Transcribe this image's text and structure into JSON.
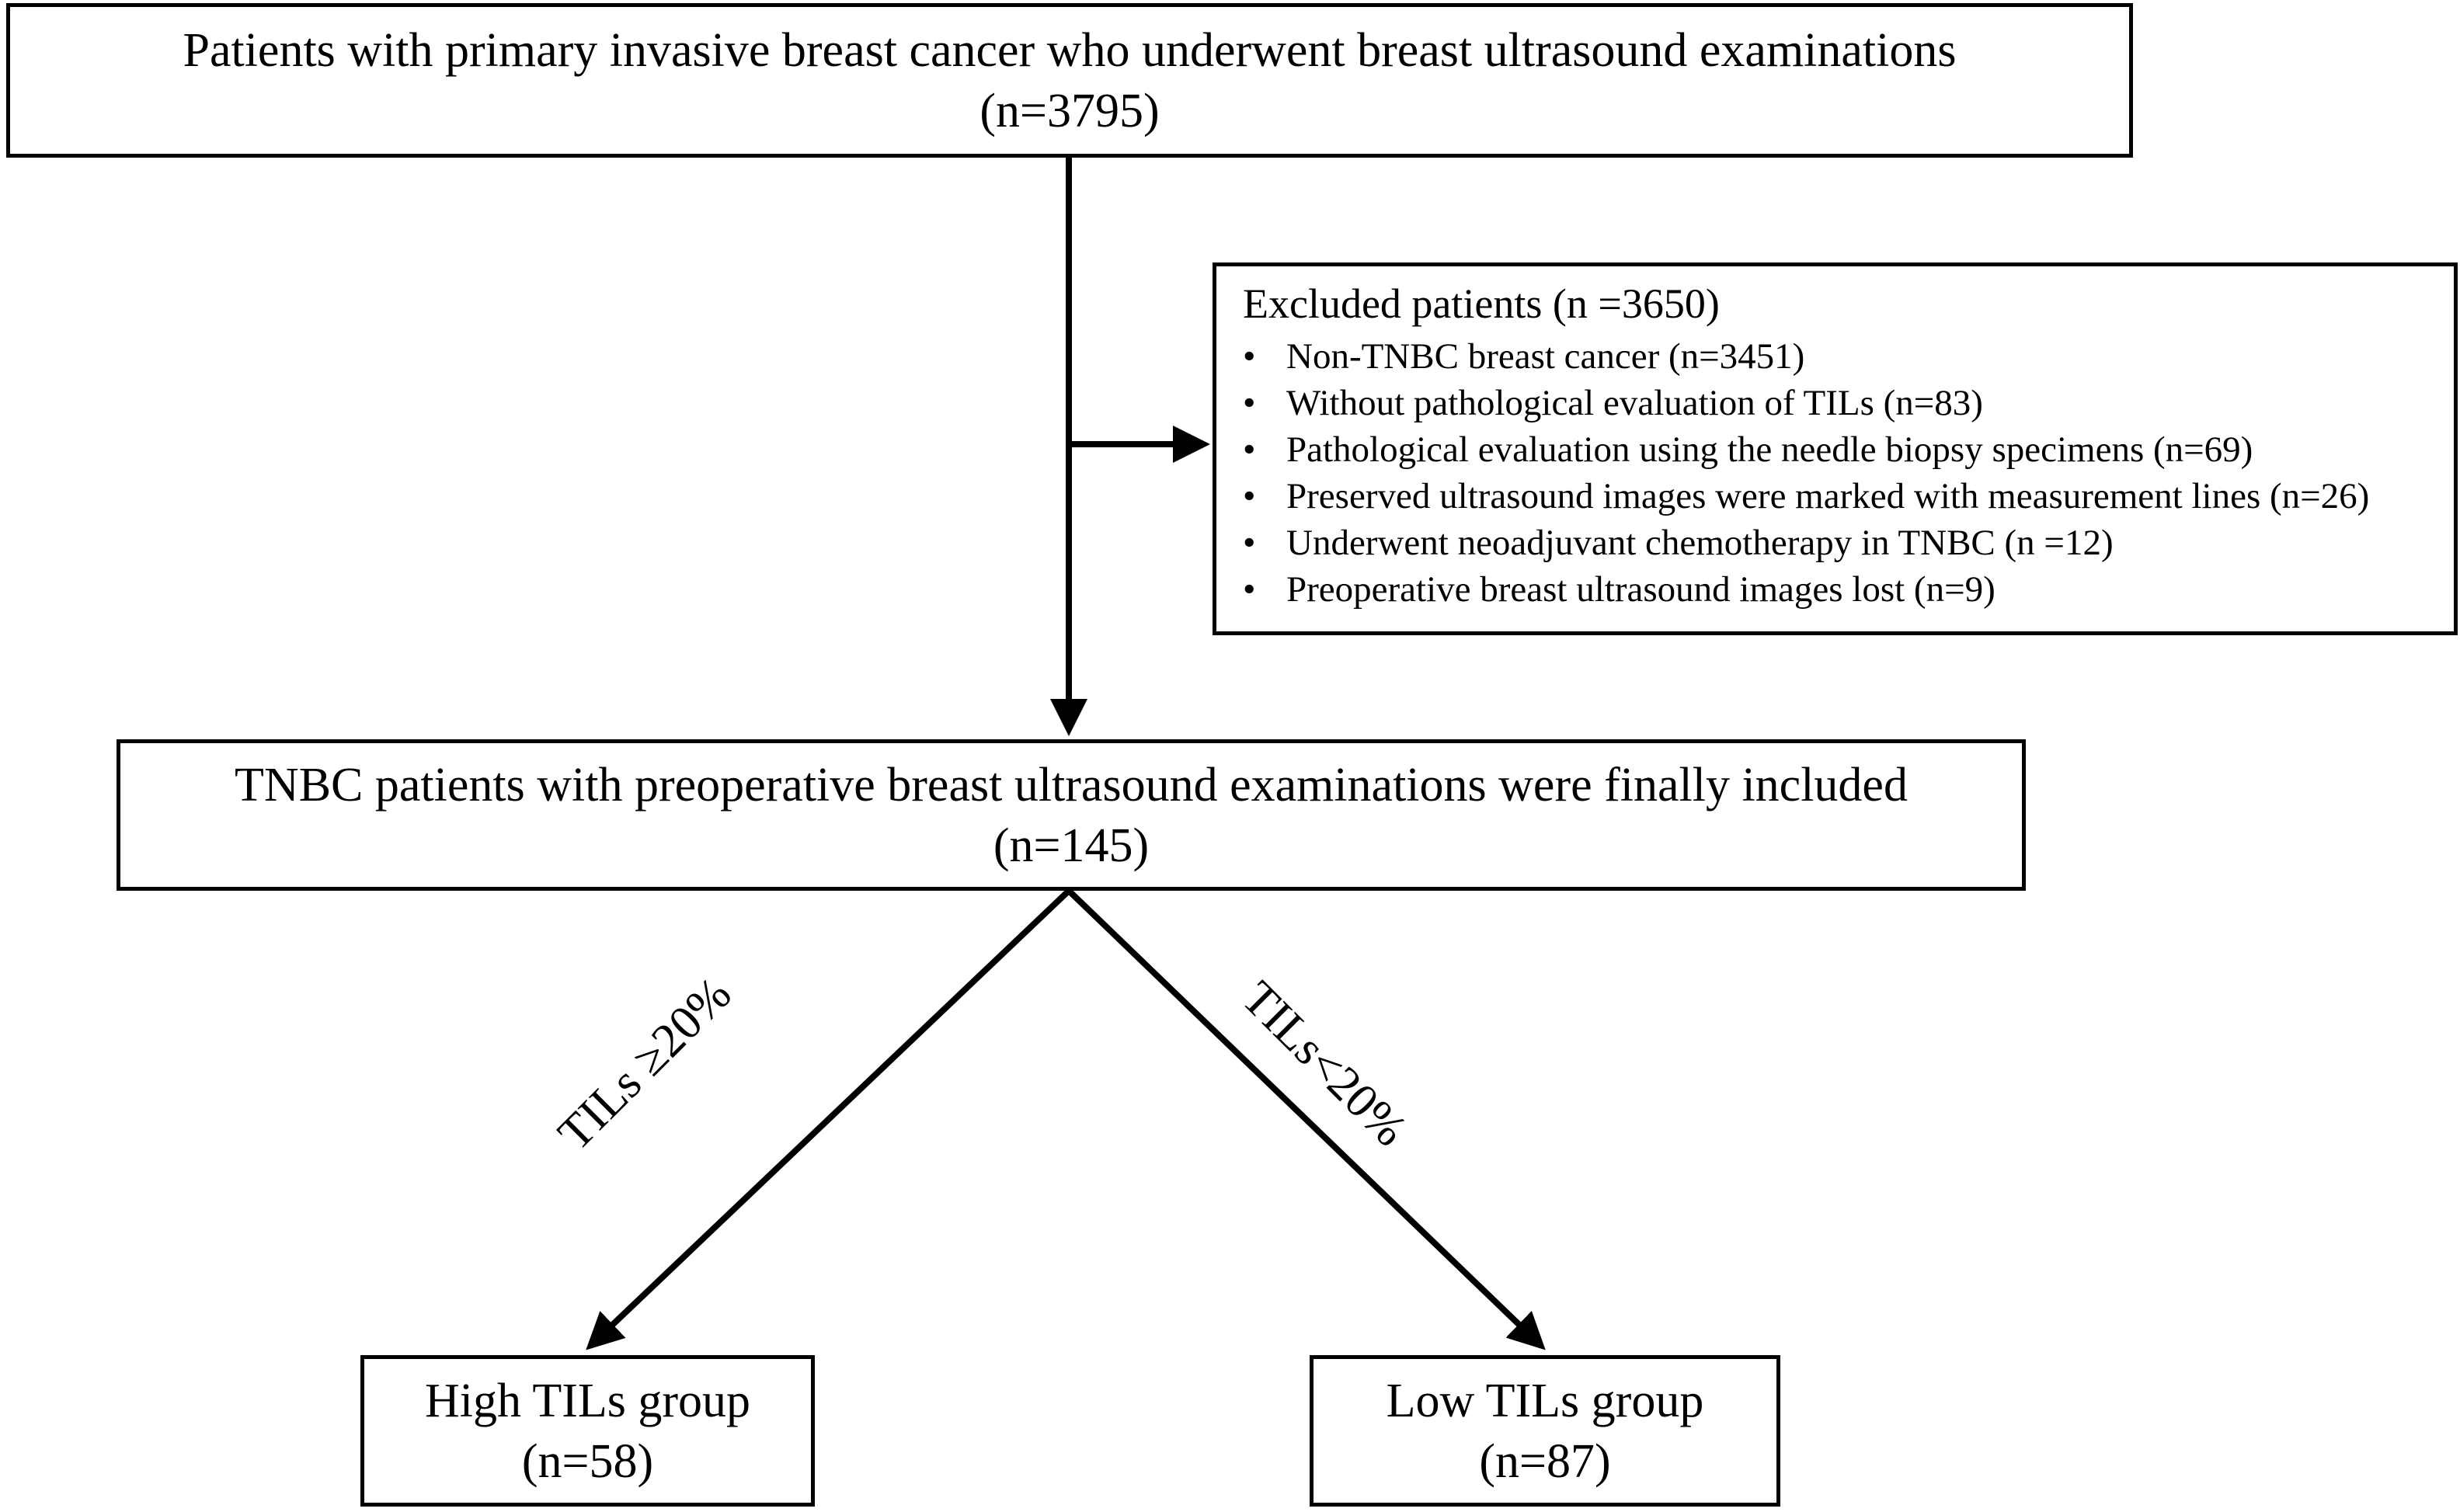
{
  "start": {
    "line1": "Patients with primary invasive breast cancer who underwent breast ultrasound examinations",
    "line2": "(n=3795)"
  },
  "excluded": {
    "title": "Excluded patients (n =3650)",
    "items": [
      "Non-TNBC breast cancer (n=3451)",
      "Without pathological evaluation of TILs (n=83)",
      "Pathological evaluation using the needle biopsy specimens (n=69)",
      "Preserved ultrasound images were marked with measurement lines (n=26)",
      "Underwent neoadjuvant chemotherapy in TNBC (n =12)",
      "Preoperative breast ultrasound images lost (n=9)"
    ]
  },
  "included": {
    "line1": "TNBC patients with preoperative breast ultrasound examinations were finally included",
    "line2": "(n=145)"
  },
  "branches": {
    "high_label": "TILs ≥20%",
    "low_label": "TILs<20%"
  },
  "high_group": {
    "line1": "High TILs group",
    "line2": "(n=58)"
  },
  "low_group": {
    "line1": "Low TILs group",
    "line2": "(n=87)"
  }
}
